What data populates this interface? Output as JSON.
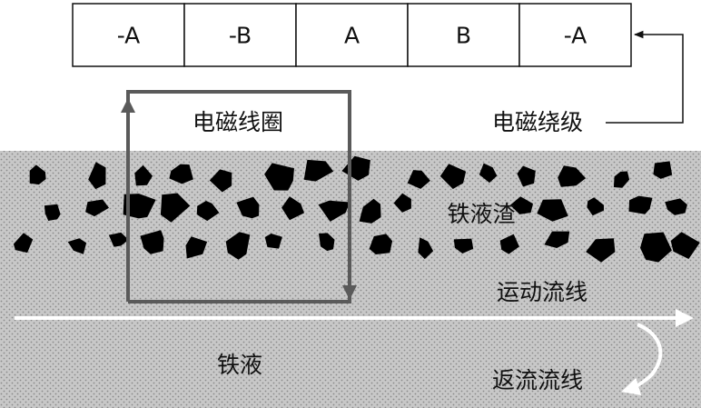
{
  "phase_cells": [
    "-A",
    "-B",
    "A",
    "B",
    "-A"
  ],
  "labels": {
    "coil": "电磁线圈",
    "winding": "电磁绕级",
    "slag": "铁液渣",
    "motion_flow": "运动流线",
    "molten_iron": "铁液",
    "return_flow": "返流流线"
  },
  "colors": {
    "bath": "#c8c8c8",
    "dots": "#8a8a8a",
    "slag": "#000000",
    "coil": "#5a5a5a",
    "flow": "#ffffff",
    "line": "#111111"
  }
}
